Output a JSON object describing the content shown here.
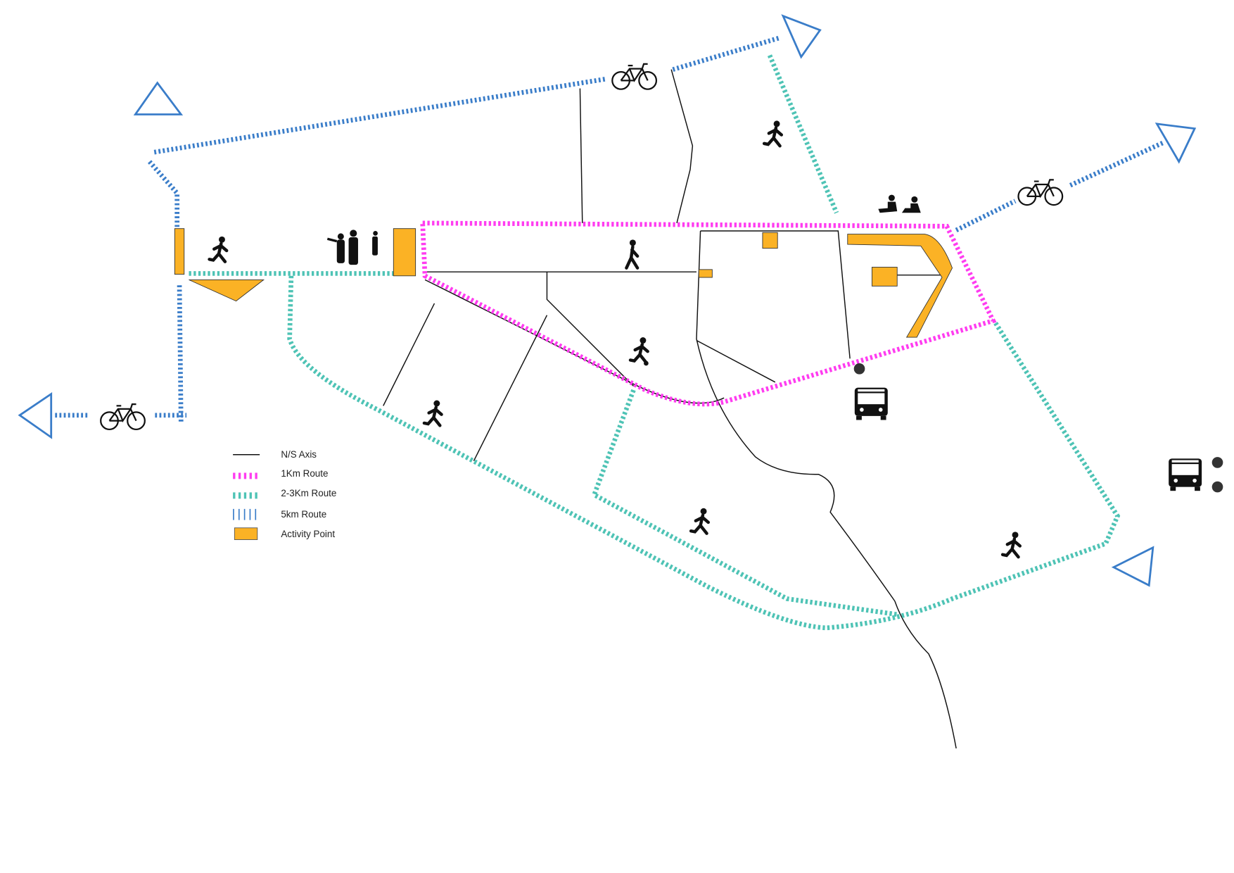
{
  "colors": {
    "route_1km": "#ff3cf0",
    "route_2_3km": "#4ec3b5",
    "route_5km": "#3a7dc9",
    "activity_point": "#fbb225",
    "axis": "#111111"
  },
  "legend": {
    "items": [
      {
        "label": "N/S Axis",
        "symbol": "line"
      },
      {
        "label": "1Km Route",
        "symbol": "dash-magenta"
      },
      {
        "label": "2-3Km Route",
        "symbol": "dash-teal"
      },
      {
        "label": "5km Route",
        "symbol": "dash-blue"
      },
      {
        "label": "Activity Point",
        "symbol": "orange-rect"
      }
    ]
  },
  "icons": [
    "bicycle-icon",
    "runner-icon",
    "walker-icon",
    "bus-icon",
    "skater-icon",
    "people-group-icon",
    "sitting-people-icon",
    "football-player-icon",
    "direction-arrow-icon",
    "bus-stop-dot-icon"
  ]
}
